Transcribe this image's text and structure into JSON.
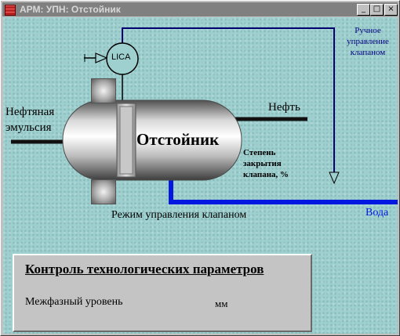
{
  "window": {
    "title": "АРМ: УПН: Отстойник",
    "minimize": "_",
    "maximize": "□",
    "close": "×"
  },
  "diagram": {
    "vessel_label": "Отстойник",
    "instrument_label": "LICA",
    "inlet_label_line1": "Нефтяная",
    "inlet_label_line2": "эмульсия",
    "oil_label": "Нефть",
    "water_label": "Вода",
    "valve_degree_line1": "Степень",
    "valve_degree_line2": "закрытия",
    "valve_degree_line3": "клапана, %",
    "manual_control_line1": "Ручное",
    "manual_control_line2": "управление",
    "manual_control_line3": "клапаном",
    "valve_mode_label": "Режим управления клапаном"
  },
  "panel": {
    "title": "Контроль технологических параметров",
    "param_label": "Межфазный уровень",
    "param_unit": "мм"
  },
  "colors": {
    "background": "#9fd0d0",
    "water_line": "#0018e0",
    "signal_line": "#000070",
    "title_text": "#000080"
  },
  "icons": {
    "app": "app-icon",
    "minimize": "minimize-icon",
    "maximize": "maximize-icon",
    "close": "close-icon"
  }
}
